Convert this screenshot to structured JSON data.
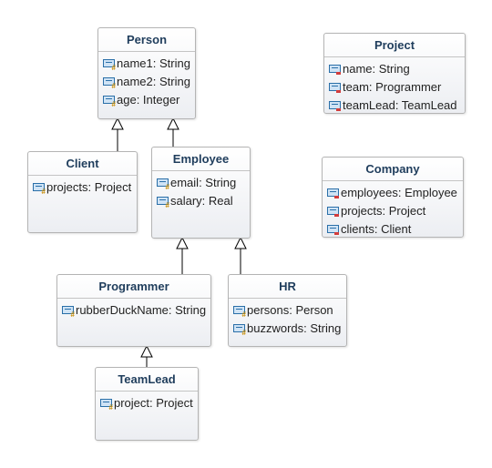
{
  "classes": {
    "person": {
      "name": "Person",
      "attrs": [
        {
          "text": "name1: String",
          "vis": "protected"
        },
        {
          "text": "name2: String",
          "vis": "protected"
        },
        {
          "text": "age: Integer",
          "vis": "protected"
        }
      ]
    },
    "project": {
      "name": "Project",
      "attrs": [
        {
          "text": "name: String",
          "vis": "private"
        },
        {
          "text": "team: Programmer",
          "vis": "private"
        },
        {
          "text": "teamLead: TeamLead",
          "vis": "private"
        }
      ]
    },
    "client": {
      "name": "Client",
      "attrs": [
        {
          "text": "projects: Project",
          "vis": "protected"
        }
      ]
    },
    "employee": {
      "name": "Employee",
      "attrs": [
        {
          "text": "email: String",
          "vis": "protected"
        },
        {
          "text": "salary: Real",
          "vis": "protected"
        }
      ]
    },
    "company": {
      "name": "Company",
      "attrs": [
        {
          "text": "employees: Employee",
          "vis": "private"
        },
        {
          "text": "projects: Project",
          "vis": "private"
        },
        {
          "text": "clients: Client",
          "vis": "private"
        }
      ]
    },
    "programmer": {
      "name": "Programmer",
      "attrs": [
        {
          "text": "rubberDuckName: String",
          "vis": "protected"
        }
      ]
    },
    "hr": {
      "name": "HR",
      "attrs": [
        {
          "text": "persons: Person",
          "vis": "protected"
        },
        {
          "text": "buzzwords: String",
          "vis": "protected"
        }
      ]
    },
    "teamlead": {
      "name": "TeamLead",
      "attrs": [
        {
          "text": "project: Project",
          "vis": "protected"
        }
      ]
    }
  },
  "generalizations": [
    {
      "child": "client",
      "parent": "person"
    },
    {
      "child": "employee",
      "parent": "person"
    },
    {
      "child": "programmer",
      "parent": "employee"
    },
    {
      "child": "hr",
      "parent": "employee"
    },
    {
      "child": "teamlead",
      "parent": "programmer"
    }
  ],
  "icons": {
    "protected": "protected-attribute-icon",
    "private": "private-attribute-icon"
  },
  "colors": {
    "class_name": "#1f3d5c",
    "protected_mark": "#c58a00",
    "private_mark": "#d23c3c",
    "attribute_icon": "#2a6fa8"
  }
}
